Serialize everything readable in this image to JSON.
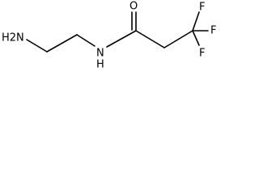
{
  "molecule": {
    "atoms": {
      "nh2": "H2N",
      "nh": "N",
      "nh_h": "H",
      "o": "O",
      "f_top": "F",
      "f_right": "F",
      "f_bottom": "F"
    }
  }
}
